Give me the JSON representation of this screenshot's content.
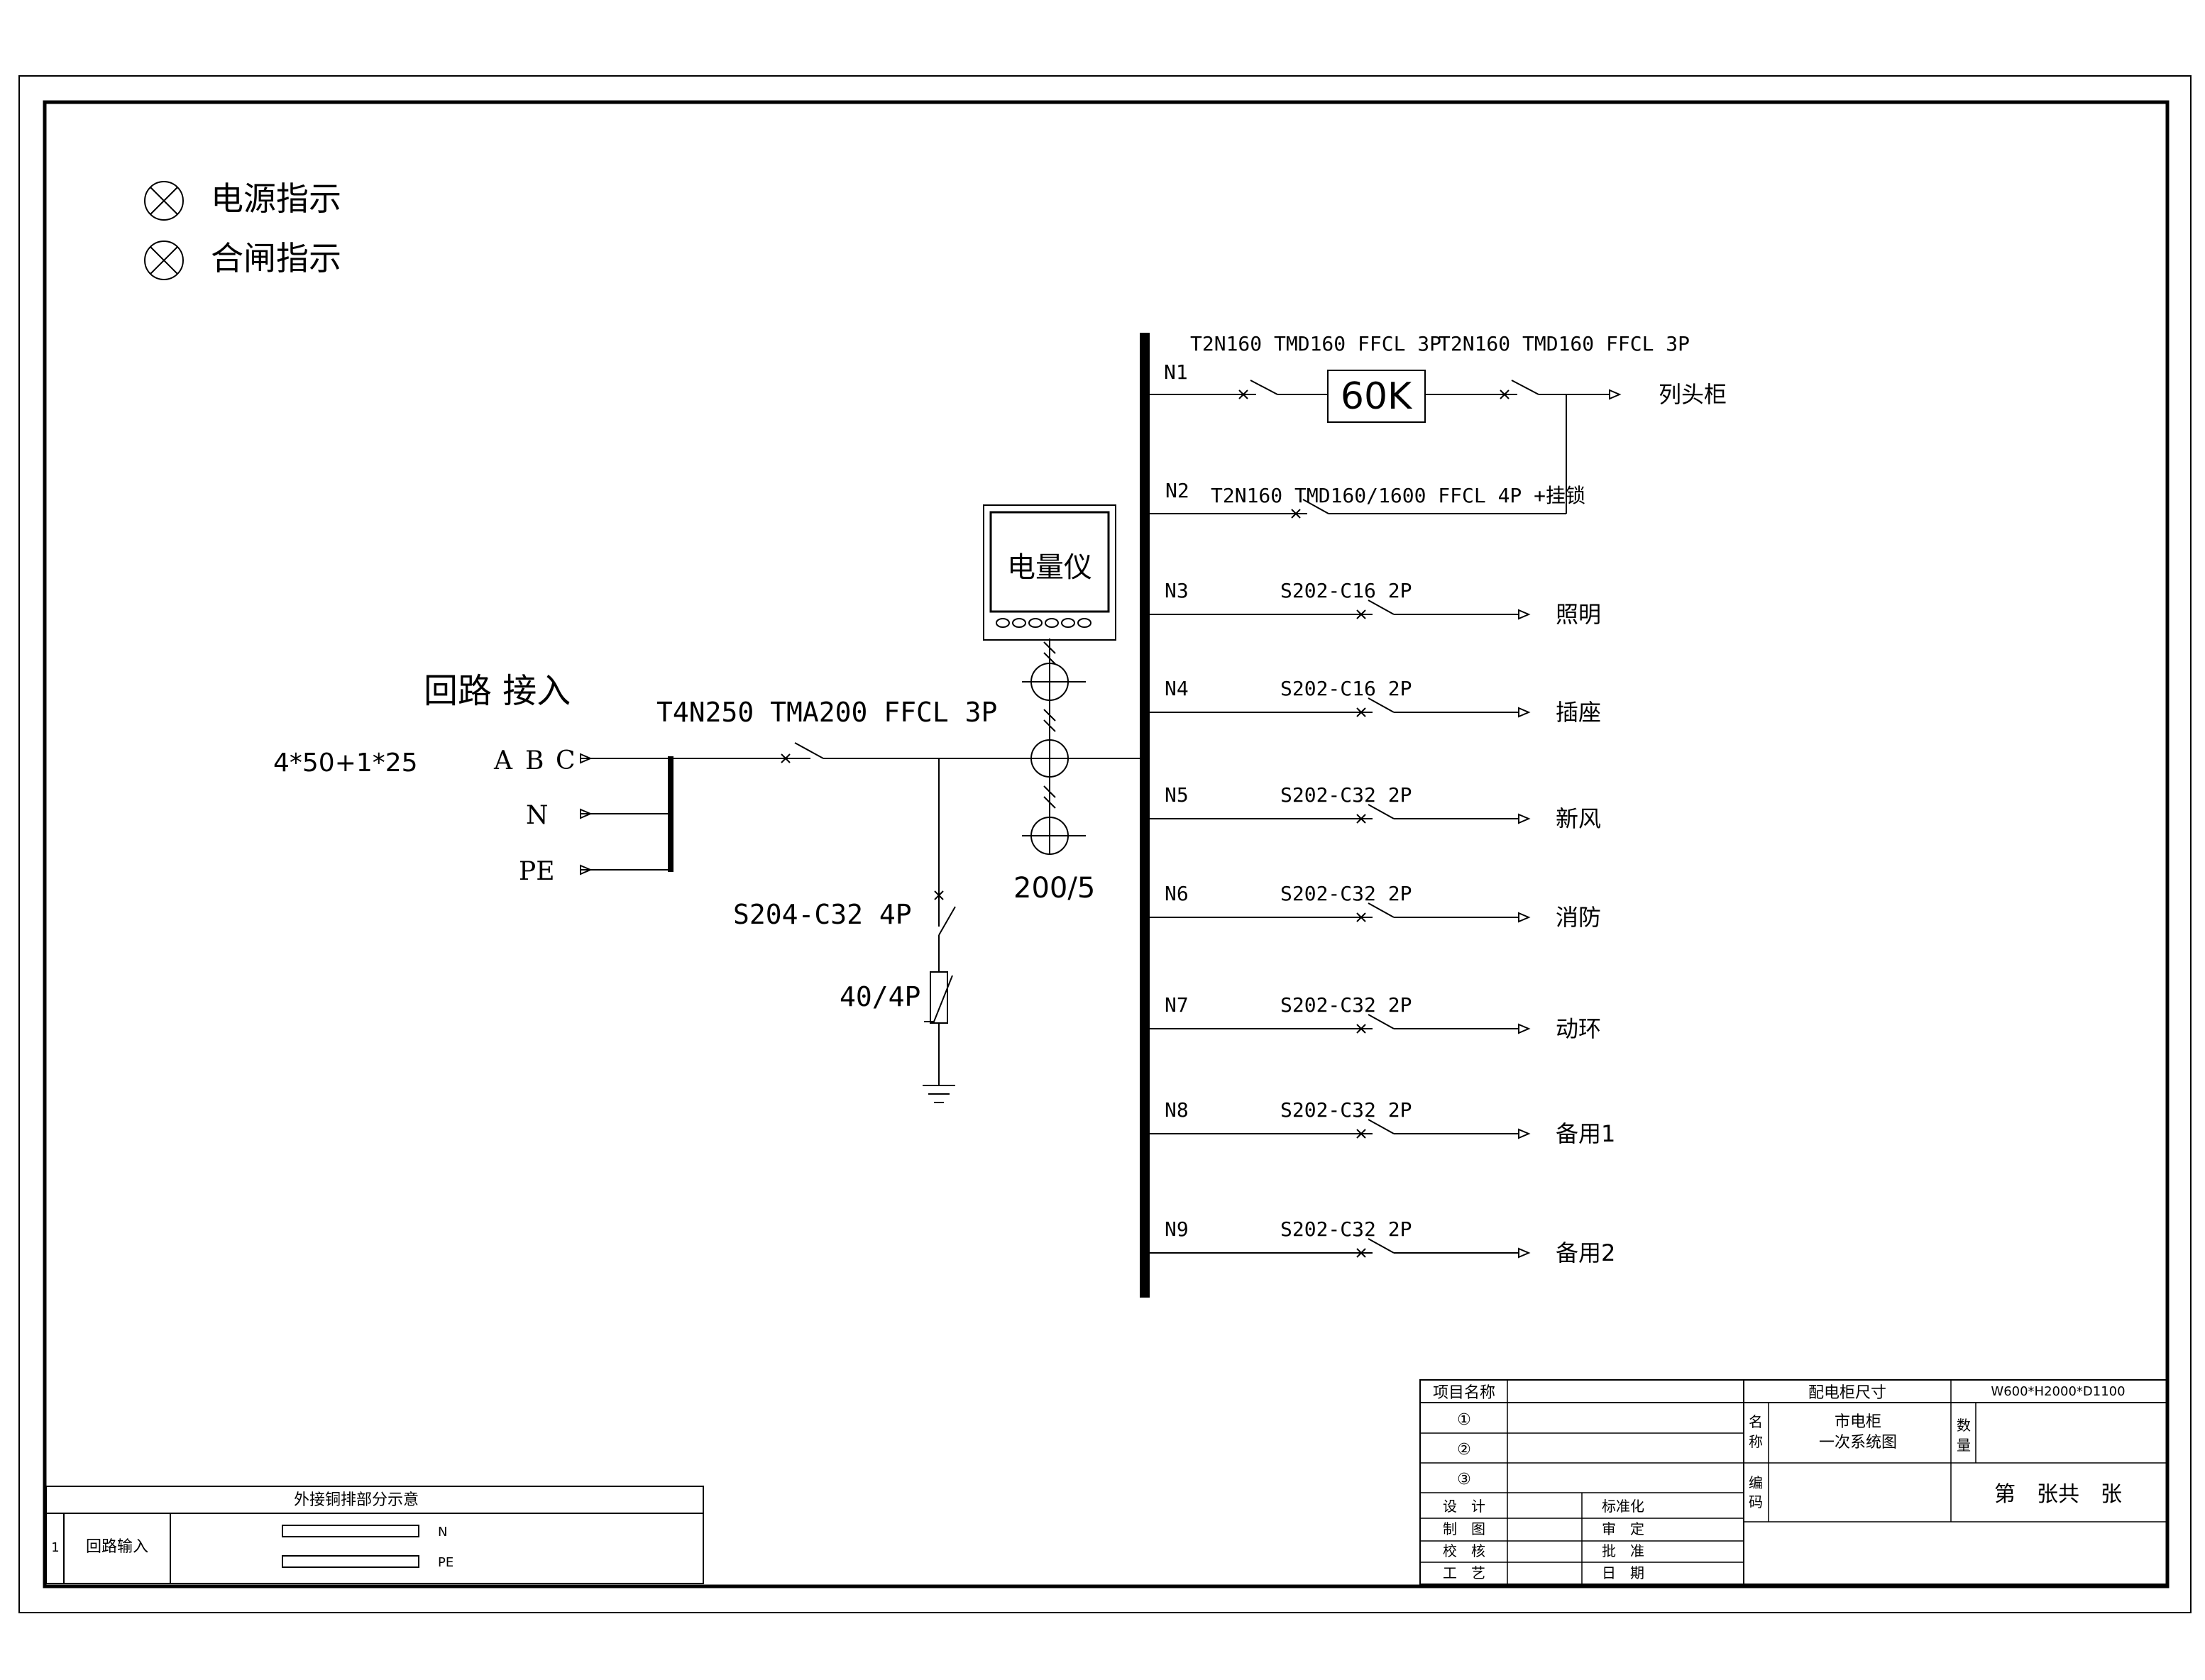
{
  "legend": {
    "items": [
      {
        "icon": "indicator-lamp-icon",
        "label": "电源指示"
      },
      {
        "icon": "indicator-lamp-icon",
        "label": "合闸指示"
      }
    ]
  },
  "incoming": {
    "title": "回路 接入",
    "cable": "4*50+1*25",
    "phase_labels": [
      "A",
      "B",
      "C",
      "N",
      "PE"
    ],
    "main_breaker": "T4N250 TMA200 FFCL 3P",
    "ct_ratio": "200/5",
    "meter_label": "电量仪",
    "spd_breaker": "S204-C32 4P",
    "spd_rating": "40/4P"
  },
  "feeders": {
    "n1": {
      "id": "N1",
      "breaker_a": "T2N160 TMD160 FFCL 3P",
      "breaker_b": "T2N160 TMD160 FFCL 3P",
      "box": "60K",
      "dest": "列头柜"
    },
    "n2": {
      "id": "N2",
      "breaker": "T2N160 TMD160/1600 FFCL 4P  +挂锁"
    },
    "list": [
      {
        "id": "N3",
        "breaker": "S202-C16 2P",
        "dest": "照明"
      },
      {
        "id": "N4",
        "breaker": "S202-C16 2P",
        "dest": "插座"
      },
      {
        "id": "N5",
        "breaker": "S202-C32 2P",
        "dest": "新风"
      },
      {
        "id": "N6",
        "breaker": "S202-C32 2P",
        "dest": "消防"
      },
      {
        "id": "N7",
        "breaker": "S202-C32 2P",
        "dest": "动环"
      },
      {
        "id": "N8",
        "breaker": "S202-C32 2P",
        "dest": "备用1"
      },
      {
        "id": "N9",
        "breaker": "S202-C32 2P",
        "dest": "备用2"
      }
    ]
  },
  "copper_table": {
    "title": "外接铜排部分示意",
    "row_no": "1",
    "row_label": "回路输入",
    "bar_n": "N",
    "bar_pe": "PE"
  },
  "title_block": {
    "project_name_label": "项目名称",
    "rows": [
      "①",
      "②",
      "③"
    ],
    "cabinet_size_label": "配电柜尺寸",
    "cabinet_size_value": "W600*H2000*D1100",
    "name_label": "名\n称",
    "name_value_1": "市电柜",
    "name_value_2": "一次系统图",
    "qty_label": "数\n量",
    "code_label": "编\n码",
    "sheet_no": "第　张共　张",
    "roles_left": [
      "设　计",
      "制　图",
      "校　核",
      "工　艺"
    ],
    "roles_right": [
      "标准化",
      "审　定",
      "批　准",
      "日　期"
    ]
  }
}
